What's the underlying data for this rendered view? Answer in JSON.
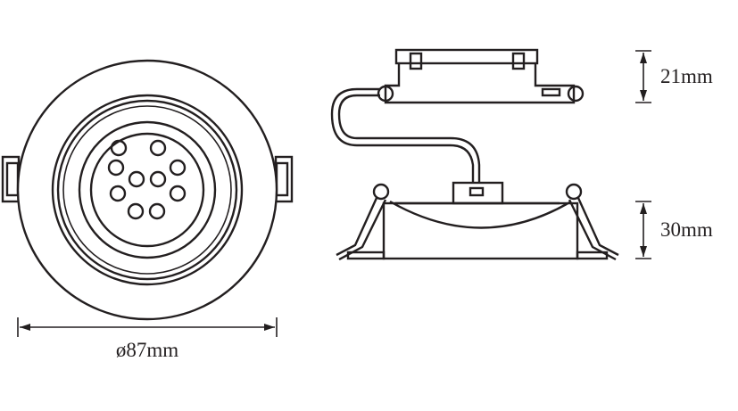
{
  "dimensions": {
    "height_driver": "21mm",
    "height_body": "30mm",
    "diameter": "ø87mm"
  },
  "colors": {
    "line": "#231f20",
    "background": "#ffffff"
  }
}
